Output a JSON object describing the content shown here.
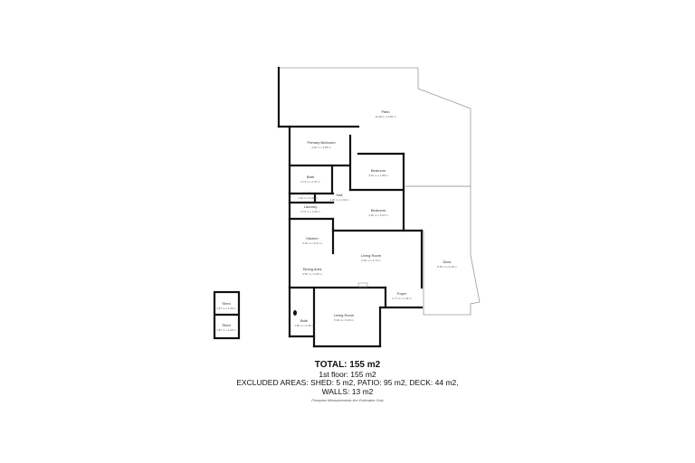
{
  "rooms": {
    "patio": {
      "name": "Patio",
      "dims": "11.08 m x 6.89 m"
    },
    "primary_bedroom": {
      "name": "Primary Bedroom",
      "dims": "4.40 m x 3.89 m"
    },
    "bath_top": {
      "name": "Bath",
      "dims": "2.73 m x 2.37 m"
    },
    "bedroom_1": {
      "name": "Bedroom",
      "dims": "3.40 m x 2.88 m"
    },
    "wc": {
      "name": "W.C.",
      "dims": "1.26 m x 0.95 m"
    },
    "hall": {
      "name": "Hall",
      "dims": "4.06 m x 0.90 m"
    },
    "laundry": {
      "name": "Laundry",
      "dims": "2.75 m x 1.96 m"
    },
    "bedroom_2": {
      "name": "Bedroom",
      "dims": "3.26 m x 3.03 m"
    },
    "kitchen": {
      "name": "Kitchen",
      "dims": "3.49 m x 3.27 m"
    },
    "living_room_1": {
      "name": "Living Room",
      "dims": "6.32 m x 4.73 m"
    },
    "deck": {
      "name": "Deck",
      "dims": "8.53 m x 6.18 m"
    },
    "dining_area": {
      "name": "Dining Area",
      "dims": "3.65 m x 2.83 m"
    },
    "foyer": {
      "name": "Foyer",
      "dims": "2.77 m x 1.49 m"
    },
    "bath_bottom": {
      "name": "Bath",
      "dims": "1.89 m x 2.45 m"
    },
    "living_room_2": {
      "name": "Living Room",
      "dims": "5.90 m x 5.00 m"
    },
    "shed_1": {
      "name": "Shed",
      "dims": "1.87 m x 1.28 m"
    },
    "shed_2": {
      "name": "Shed",
      "dims": "1.87 m x 1.28 m"
    }
  },
  "summary": {
    "total": "TOTAL: 155 m2",
    "floor_1": "1st floor: 155 m2",
    "excluded": "EXCLUDED AREAS: SHED: 5 m2, PATIO: 95 m2, DECK: 44 m2,",
    "walls": "WALLS: 13 m2"
  },
  "disclaimer": "Floorplan Measurements Are Estimates Only",
  "colors": {
    "wall": "#111111",
    "outline": "#9a9a9a",
    "background": "#ffffff"
  }
}
